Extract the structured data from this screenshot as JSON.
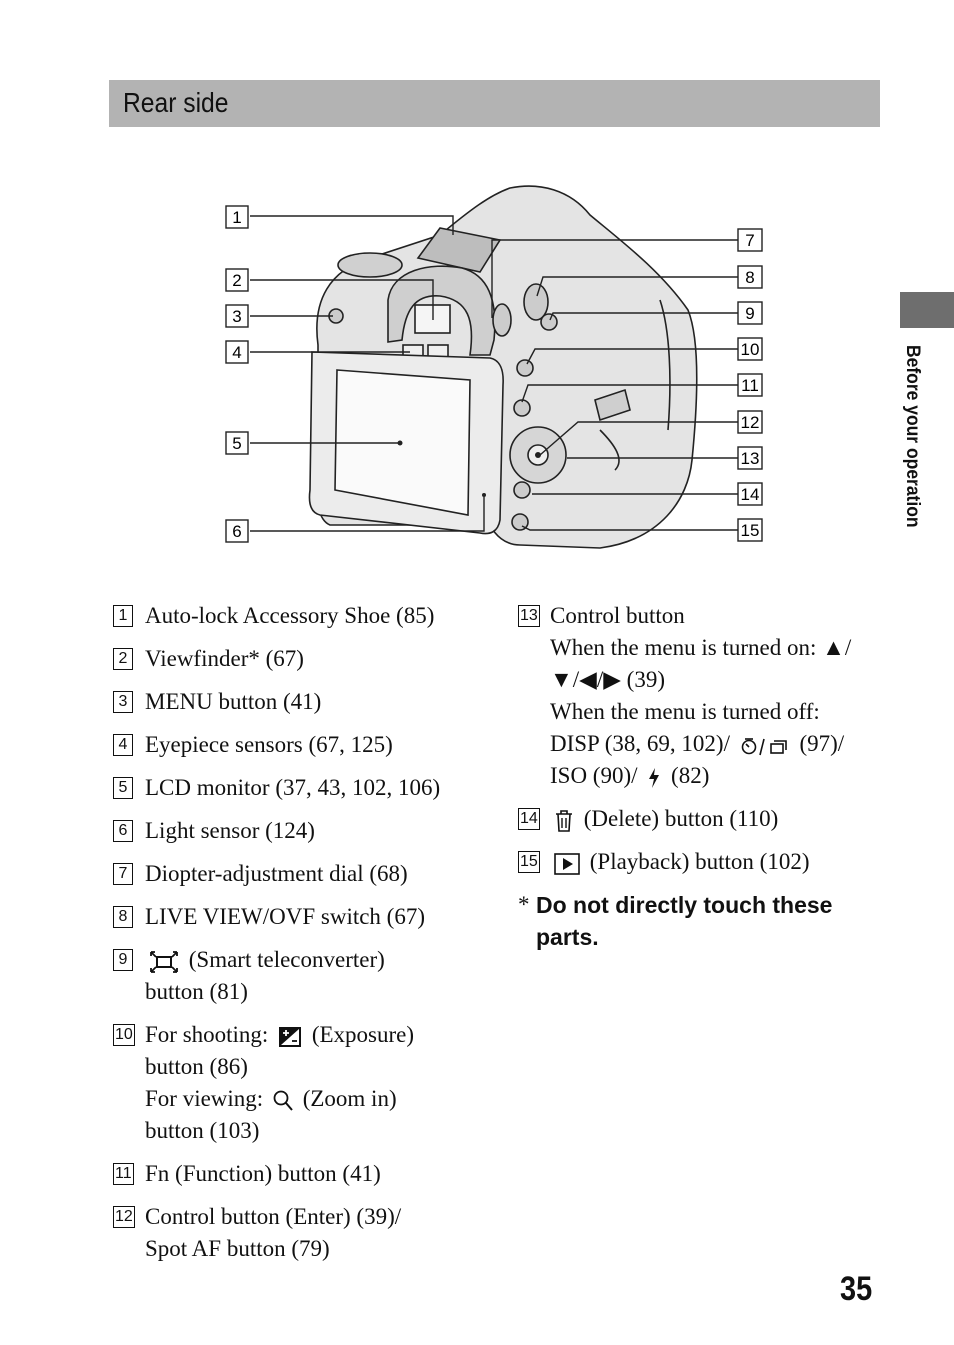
{
  "header": {
    "title": "Rear side"
  },
  "side_tab": {
    "label": "Before your operation"
  },
  "diagram": {
    "callouts": [
      "1",
      "2",
      "3",
      "4",
      "5",
      "6",
      "7",
      "8",
      "9",
      "10",
      "11",
      "12",
      "13",
      "14",
      "15"
    ]
  },
  "left_items": [
    {
      "num": "1",
      "line1": "Auto-lock Accessory Shoe (85)"
    },
    {
      "num": "2",
      "line1": "Viewfinder* (67)"
    },
    {
      "num": "3",
      "line1": "MENU button (41)"
    },
    {
      "num": "4",
      "line1": "Eyepiece sensors (67, 125)"
    },
    {
      "num": "5",
      "line1": "LCD monitor (37, 43, 102, 106)"
    },
    {
      "num": "6",
      "line1": "Light sensor (124)"
    },
    {
      "num": "7",
      "line1": "Diopter-adjustment dial (68)"
    },
    {
      "num": "8",
      "line1": "LIVE VIEW/OVF switch (67)"
    },
    {
      "num": "9",
      "line1": "(Smart teleconverter)",
      "line2": "button (81)"
    },
    {
      "num": "10",
      "line1a": "For shooting:",
      "line1b": "(Exposure)",
      "line2": "button (86)",
      "line3a": "For viewing:",
      "line3b": "(Zoom in)",
      "line4": "button (103)"
    },
    {
      "num": "11",
      "line1": "Fn (Function) button (41)"
    },
    {
      "num": "12",
      "line1": "Control button (Enter) (39)/",
      "line2": "Spot AF button (79)"
    }
  ],
  "right_items": [
    {
      "num": "13",
      "line1": "Control button",
      "line2": "When the menu is turned on: ▲/",
      "line3": "▼/◀/▶ (39)",
      "line4": "When the menu is turned off:",
      "line5a": "DISP (38, 69, 102)/",
      "line5b": "(97)/",
      "line6a": "ISO (90)/",
      "line6b": "(82)"
    },
    {
      "num": "14",
      "line1": "(Delete) button (110)"
    },
    {
      "num": "15",
      "line1": "(Playback) button (102)"
    }
  ],
  "note": {
    "asterisk": "*",
    "text": "Do not directly touch these parts."
  },
  "page_number": "35"
}
